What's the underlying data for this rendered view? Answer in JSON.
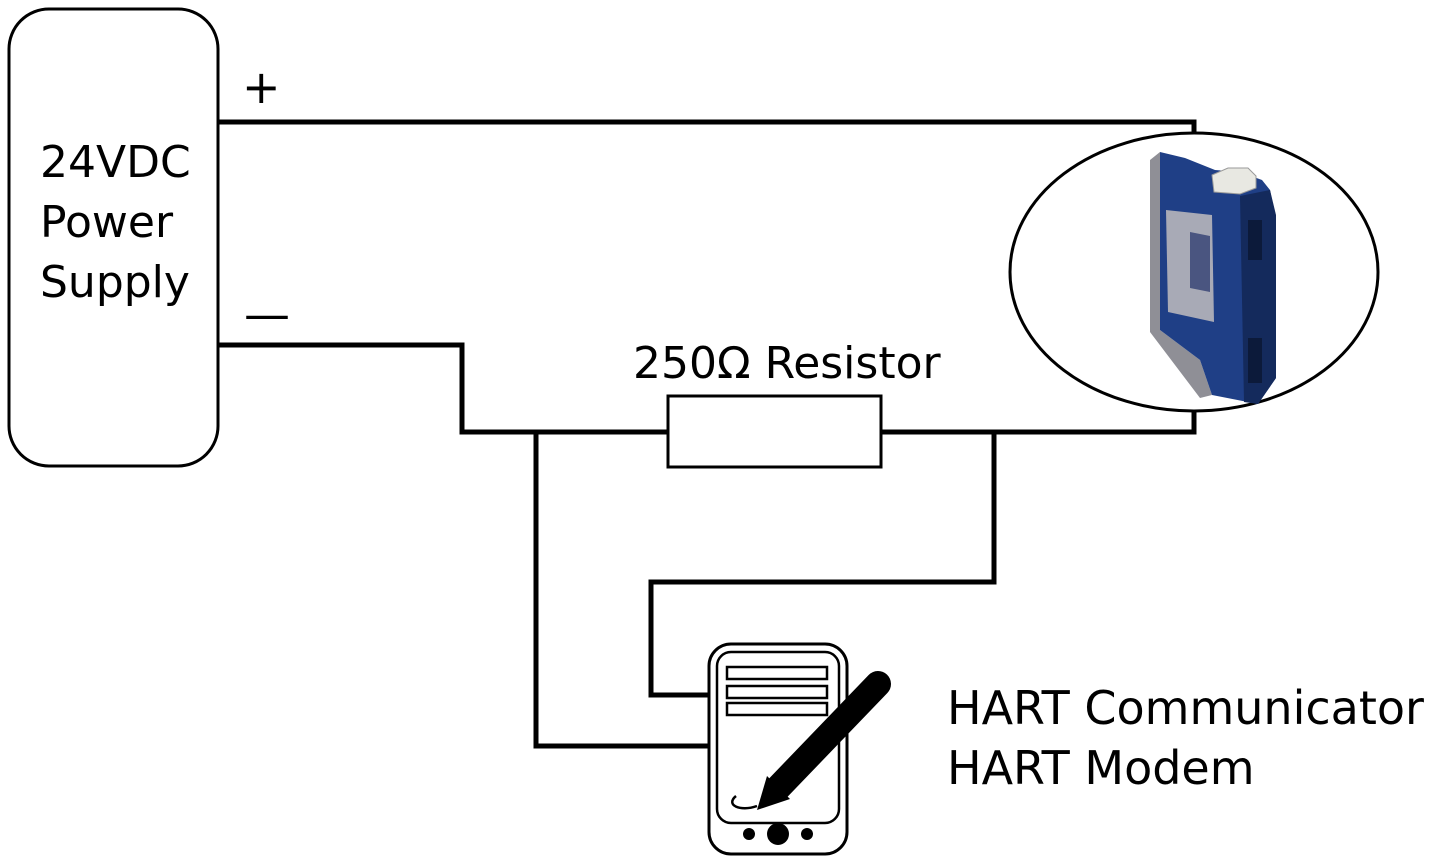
{
  "power_supply": {
    "label_lines": [
      "24VDC",
      "Power",
      "Supply"
    ],
    "plus_sign": "+",
    "minus_sign": "—"
  },
  "resistor": {
    "label": "250Ω Resistor"
  },
  "communicator": {
    "label_lines": [
      "HART Communicator",
      "HART Modem"
    ]
  },
  "colors": {
    "wire": "#000000",
    "module_body": "#1f3f86",
    "module_dark": "#142a5c",
    "module_side": "#8f8f96",
    "module_label": "#a8aab6",
    "terminal": "#e8e8e2"
  },
  "icons": {
    "module": "signal-isolator-module-icon",
    "handheld": "handheld-device-icon",
    "stylus": "stylus-icon"
  }
}
